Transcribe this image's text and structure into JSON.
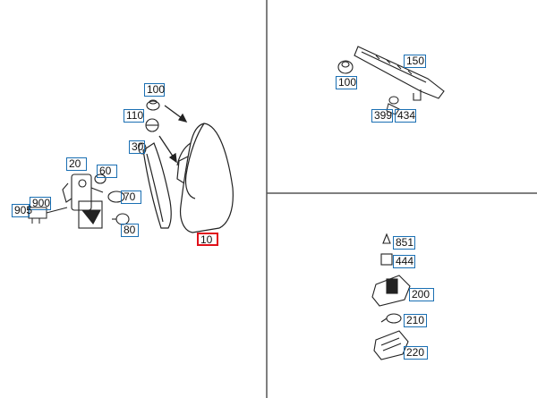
{
  "colors": {
    "callout_border": "#1a6fb3",
    "callout_selected_border": "#e0101a",
    "line": "#222222",
    "divider": "#555555",
    "background": "#ffffff"
  },
  "panels": {
    "main": {
      "callouts": [
        {
          "label": "100",
          "selected": false
        },
        {
          "label": "110",
          "selected": false
        },
        {
          "label": "30",
          "selected": false
        },
        {
          "label": "20",
          "selected": false
        },
        {
          "label": "60",
          "selected": false
        },
        {
          "label": "70",
          "selected": false
        },
        {
          "label": "900",
          "selected": false
        },
        {
          "label": "905",
          "selected": false
        },
        {
          "label": "80",
          "selected": false
        },
        {
          "label": "10",
          "selected": true
        }
      ]
    },
    "top_right": {
      "callouts": [
        {
          "label": "150",
          "selected": false
        },
        {
          "label": "100",
          "selected": false
        },
        {
          "label": "399",
          "selected": false
        },
        {
          "label": "434",
          "selected": false
        }
      ]
    },
    "bottom_right": {
      "callouts": [
        {
          "label": "851",
          "selected": false
        },
        {
          "label": "444",
          "selected": false
        },
        {
          "label": "200",
          "selected": false
        },
        {
          "label": "210",
          "selected": false
        },
        {
          "label": "220",
          "selected": false
        }
      ]
    }
  }
}
